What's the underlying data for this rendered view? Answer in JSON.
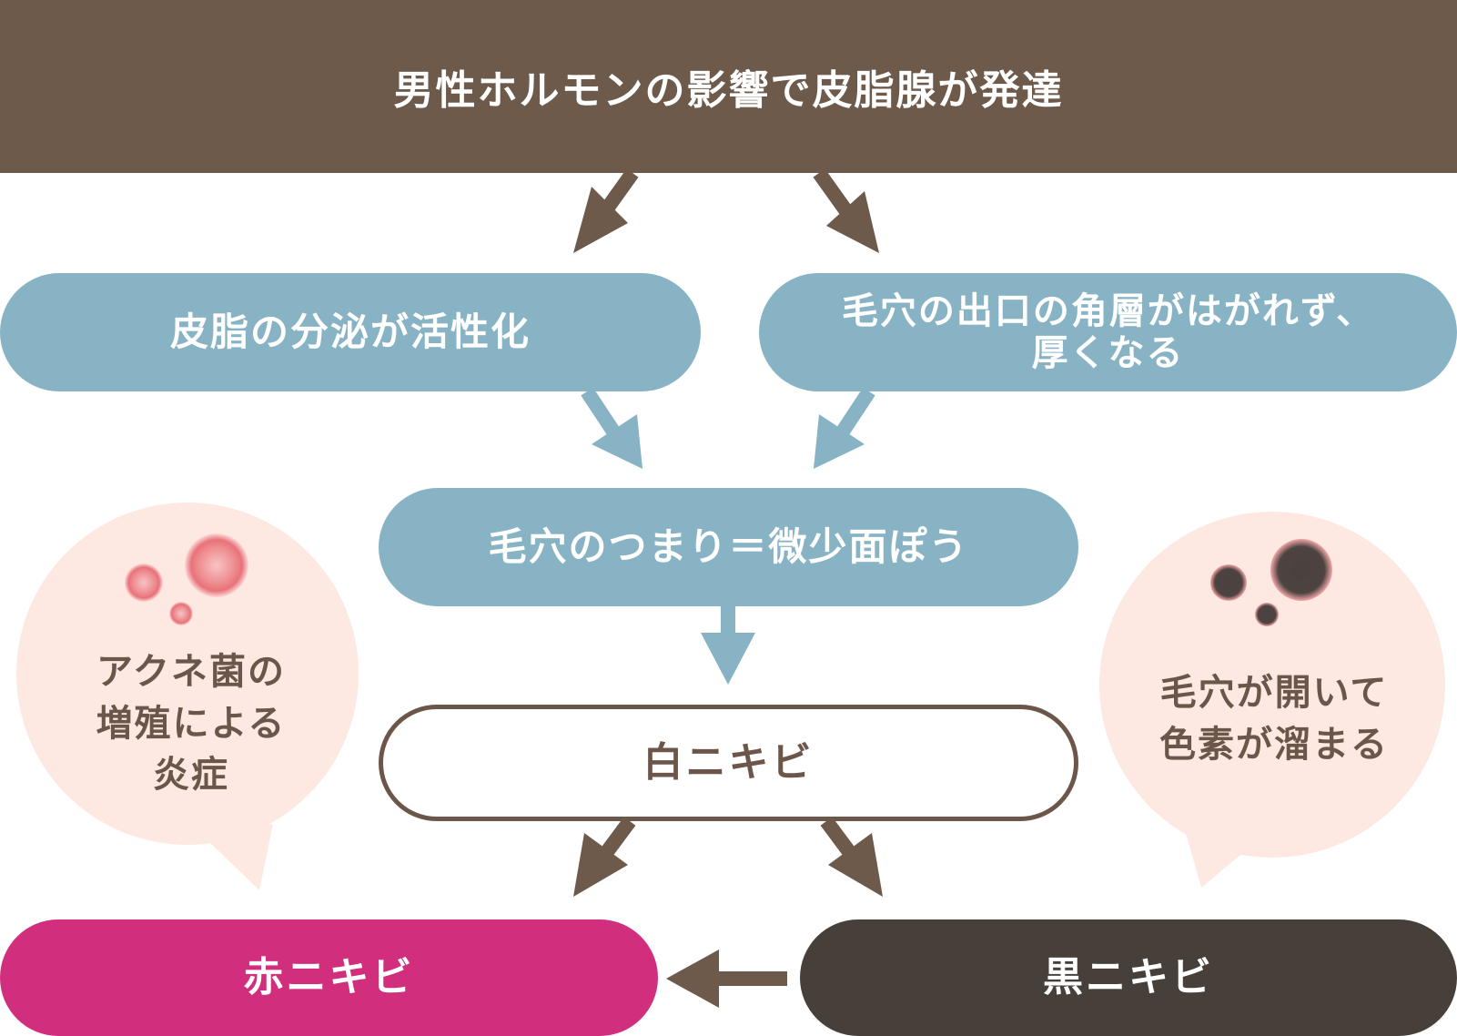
{
  "colors": {
    "banner": "#6d5a4b",
    "blue_box": "#87b3c4",
    "red_box": "#d12e7e",
    "black_box": "#47403a",
    "brown_arrow": "#6d5a4b",
    "blue_arrow": "#87b3c4",
    "bubble": "#fde8e2",
    "text_brown": "#6c5649"
  },
  "banner": {
    "text": "男性ホルモンの影響で皮脂腺が発達"
  },
  "boxes": {
    "sebum": "皮脂の分泌が活性化",
    "pore_exit": "毛穴の出口の角層がはがれず、\n厚くなる",
    "clog": "毛穴のつまり＝微少面ぽう",
    "white": "白ニキビ",
    "red": "赤ニキビ",
    "black": "黒ニキビ"
  },
  "bubbles": {
    "left": {
      "text": "アクネ菌の\n増殖による\n炎症",
      "icon": "red-pimples-icon"
    },
    "right": {
      "text": "毛穴が開いて\n色素が溜まる",
      "icon": "black-dots-icon"
    }
  }
}
